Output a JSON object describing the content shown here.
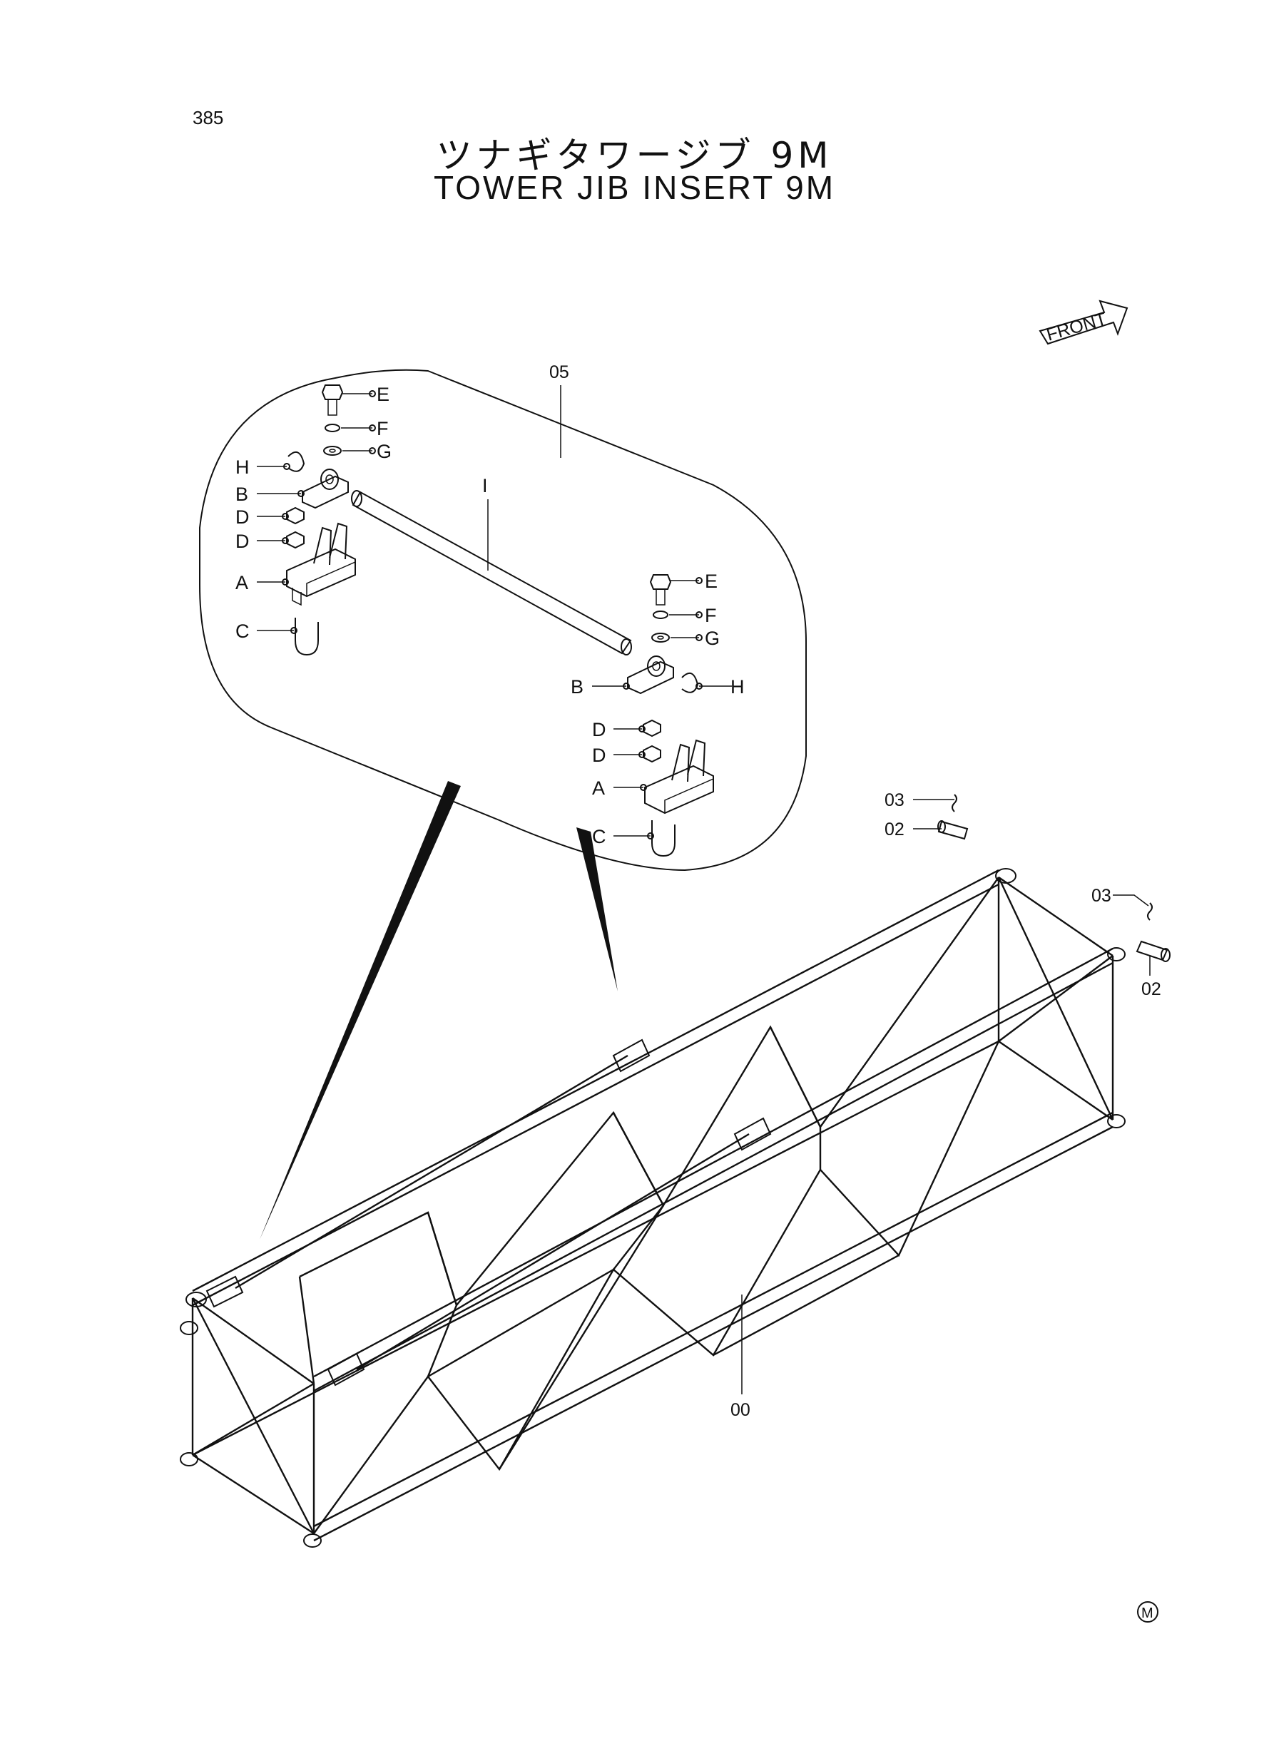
{
  "page_number": "385",
  "title_jp": "ツナギタワージブ 9M",
  "title_en": "TOWER JIB INSERT 9M",
  "front_arrow_label": "FRONT",
  "callouts": {
    "assembly": "00",
    "pin": "02",
    "retainer": "03",
    "detail_group": "05"
  },
  "parts": {
    "A": "A",
    "B": "B",
    "C": "C",
    "D": "D",
    "E": "E",
    "F": "F",
    "G": "G",
    "H": "H",
    "I": "I"
  },
  "mark": "M"
}
